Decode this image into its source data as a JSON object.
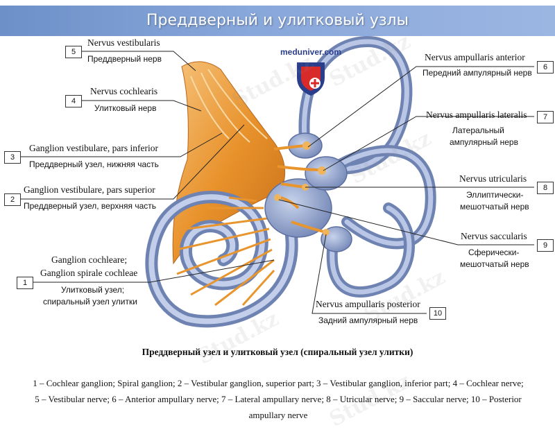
{
  "title": "Преддверный и улитковый узлы",
  "brand": "meduniver.com",
  "labels_left": [
    {
      "num": "5",
      "latin": "Nervus vestibularis",
      "russian": "Преддверный нерв"
    },
    {
      "num": "4",
      "latin": "Nervus cochlearis",
      "russian": "Улитковый нерв"
    },
    {
      "num": "3",
      "latin": "Ganglion vestibulare, pars inferior",
      "russian": "Преддверный узел, нижняя часть"
    },
    {
      "num": "2",
      "latin": "Ganglion vestibulare, pars superior",
      "russian": "Преддверный узел, верхняя часть"
    },
    {
      "num": "1",
      "latin": "Ganglion cochleare;",
      "latin2": "Ganglion spirale cochleae",
      "russian": "Улитковый узел;",
      "russian2": "спиральный узел улитки"
    }
  ],
  "labels_right": [
    {
      "num": "6",
      "latin": "Nervus ampullaris anterior",
      "russian": "Передний ампулярный нерв"
    },
    {
      "num": "7",
      "latin": "Nervus ampullaris lateralis",
      "russian": "Латеральный",
      "russian2": "ампулярный нерв"
    },
    {
      "num": "8",
      "latin": "Nervus utricularis",
      "russian": "Эллиптически-",
      "russian2": "мешотчатый нерв"
    },
    {
      "num": "9",
      "latin": "Nervus saccularis",
      "russian": "Сферически-",
      "russian2": "мешотчатый нерв"
    },
    {
      "num": "10",
      "latin": "Nervus ampullaris posterior",
      "russian": "Задний ампулярный нерв"
    }
  ],
  "caption": "Преддверный узел и улитковый узел (спиральный узел улитки)",
  "legend": [
    "1 – Cochlear ganglion; Spiral ganglion; 2 – Vestibular ganglion, superior part; 3 – Vestibular ganglion, inferior part; 4 – Cochlear nerve;",
    "5 – Vestibular nerve; 6 – Anterior ampullary nerve; 7 – Lateral ampullary nerve; 8 – Utricular nerve; 9 – Saccular nerve; 10 – Posterior",
    "ampullary nerve"
  ],
  "watermark": "Stud.kz",
  "colors": {
    "title_bar": "#7d9dd6",
    "nerve": "#e8952e",
    "labyrinth": "#8fa3cc"
  }
}
